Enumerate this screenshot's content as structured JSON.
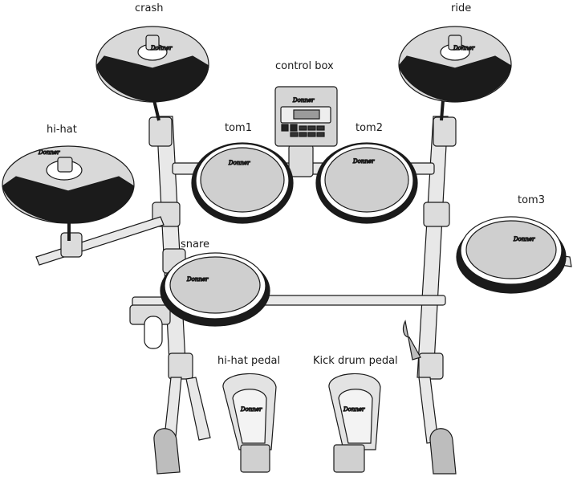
{
  "labels": {
    "crash": "crash",
    "ride": "ride",
    "control_box": "control box",
    "tom1": "tom1",
    "tom2": "tom2",
    "hi_hat": "hi-hat",
    "tom3": "tom3",
    "snare": "snare",
    "hi_hat_pedal": "hi-hat pedal",
    "kick_drum_pedal": "Kick drum pedal"
  },
  "brand": "Donner",
  "colors": {
    "outline": "#1a1a1a",
    "pad_fill": "#cfcfcf",
    "rim": "#1b1b1b",
    "cymbal_light": "#d9d9d9",
    "cymbal_dark": "#1b1b1b",
    "metal": "#e8e8e8",
    "foot": "#bdbdbd"
  }
}
